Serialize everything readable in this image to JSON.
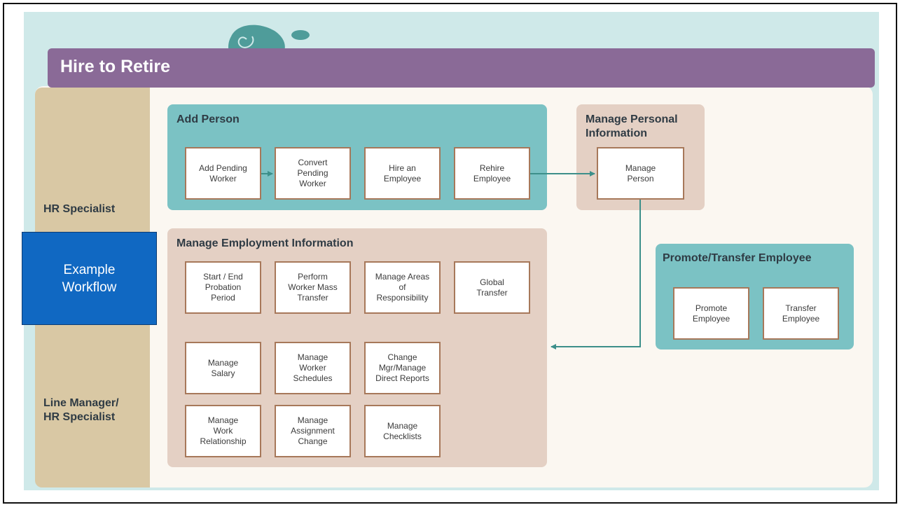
{
  "banner": {
    "title": "Hire to Retire"
  },
  "roles": {
    "hr_specialist": "HR Specialist",
    "line_manager_line1": "Line Manager/",
    "line_manager_line2": "HR Specialist"
  },
  "example": {
    "line1": "Example",
    "line2": "Workflow"
  },
  "add_person": {
    "title": "Add Person",
    "boxes": [
      {
        "l1": "Add Pending",
        "l2": "Worker",
        "l3": ""
      },
      {
        "l1": "Convert",
        "l2": "Pending",
        "l3": "Worker"
      },
      {
        "l1": "Hire an",
        "l2": "Employee",
        "l3": ""
      },
      {
        "l1": "Rehire",
        "l2": "Employee",
        "l3": ""
      }
    ]
  },
  "manage_personal": {
    "title_line1": "Manage Personal",
    "title_line2": "Information",
    "box": {
      "l1": "Manage",
      "l2": "Person"
    }
  },
  "manage_employment": {
    "title": "Manage Employment Information",
    "boxes": [
      {
        "l1": "Start / End",
        "l2": "Probation",
        "l3": "Period"
      },
      {
        "l1": "Perform",
        "l2": "Worker Mass",
        "l3": "Transfer"
      },
      {
        "l1": "Manage Areas",
        "l2": "of",
        "l3": "Responsibility"
      },
      {
        "l1": "Global",
        "l2": "Transfer",
        "l3": ""
      },
      {
        "l1": "Manage",
        "l2": "Salary",
        "l3": ""
      },
      {
        "l1": "Manage",
        "l2": "Worker",
        "l3": "Schedules"
      },
      {
        "l1": "Change",
        "l2": "Mgr/Manage",
        "l3": "Direct Reports"
      },
      {
        "l1": "Manage",
        "l2": "Work",
        "l3": "Relationship"
      },
      {
        "l1": "Manage",
        "l2": "Assignment",
        "l3": "Change"
      },
      {
        "l1": "Manage",
        "l2": "Checklists",
        "l3": ""
      }
    ]
  },
  "promote_transfer": {
    "title": "Promote/Transfer Employee",
    "boxes": [
      {
        "l1": "Promote",
        "l2": "Employee"
      },
      {
        "l1": "Transfer",
        "l2": "Employee"
      }
    ]
  },
  "colors": {
    "banner": "#8a6a97",
    "teal_group": "#7bc2c4",
    "pink_group": "#e4d0c4",
    "role_column": "#d9c8a4",
    "example_box": "#1068c2",
    "arrow": "#3c8f8a"
  }
}
